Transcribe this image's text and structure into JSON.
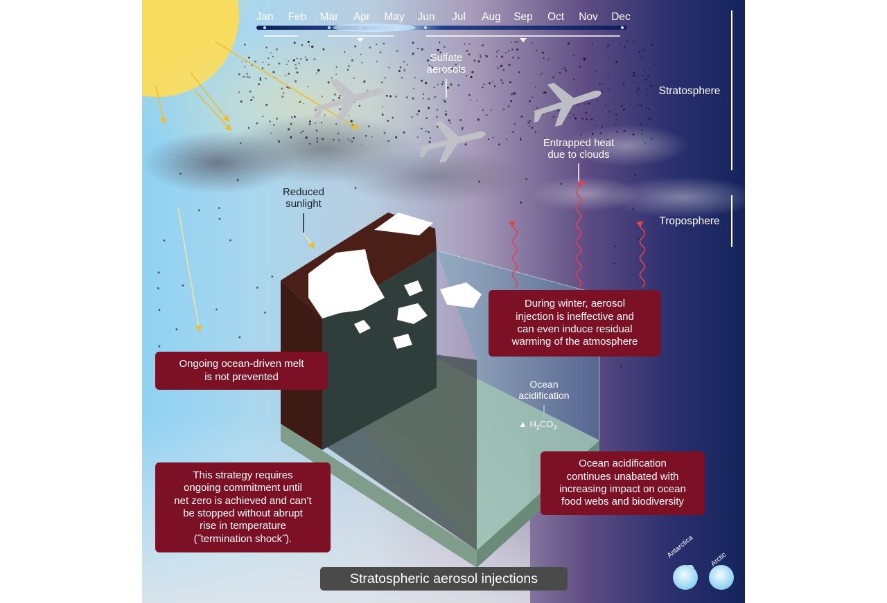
{
  "months": [
    "Jan",
    "Feb",
    "Mar",
    "Apr",
    "May",
    "Jun",
    "Jul",
    "Aug",
    "Sep",
    "Oct",
    "Nov",
    "Dec"
  ],
  "labels": {
    "sulfate": "Sulfate\naerosols",
    "reduced_sunlight": "Reduced\nsunlight",
    "entrapped_heat": "Entrapped heat\ndue to clouds",
    "stratosphere": "Stratosphere",
    "troposphere": "Troposphere",
    "ocean_acid": "Ocean\nacidification",
    "h2co3": {
      "marker": "▲",
      "h": "H",
      "two": "2",
      "co": "CO",
      "three": "3"
    }
  },
  "boxes": {
    "ocean_melt": "Ongoing ocean-driven melt\nis not prevented",
    "winter": "During winter, aerosol\ninjection is ineffective and\ncan even induce residual\nwarming of the atmosphere",
    "commitment": "This strategy requires\nongoing commitment until\nnet zero is achieved and can’t\nbe stopped without abrupt\nrise in temperature\n(˝termination shock˝).",
    "acidification": "Ocean acidification\ncontinues unabated with\nincreasing impact on ocean\nfood webs and biodiversity"
  },
  "title": "Stratospheric aerosol injections",
  "globes": {
    "antarctica": "Antarctica",
    "arctic": "Arctic"
  },
  "colors": {
    "box_bg": "#7c1025",
    "title_bg": "#4a4a4a",
    "sun": "#f5d85a",
    "heat_arrow": "#e0424f"
  }
}
